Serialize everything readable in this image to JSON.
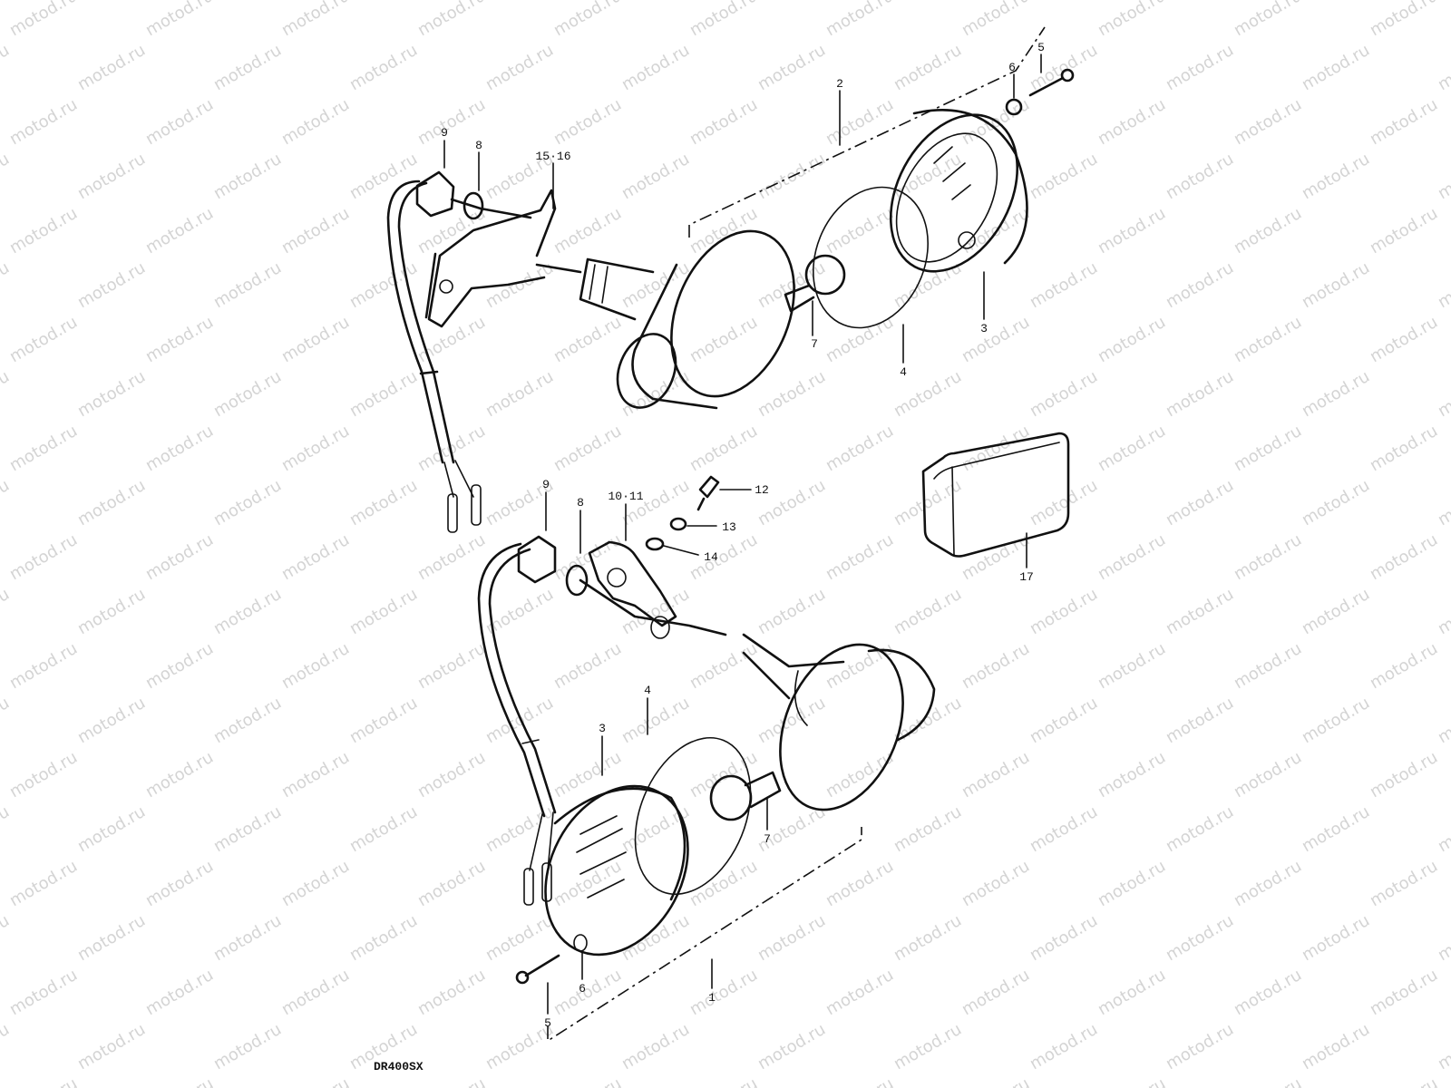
{
  "watermark": "motod.ru",
  "drawing_code": "DR400SX",
  "callouts": {
    "upper": {
      "p2": "2",
      "p3": "3",
      "p4": "4",
      "p5": "5",
      "p6": "6",
      "p7": "7",
      "p8": "8",
      "p9": "9",
      "p15_16": "15·16",
      "p17": "17"
    },
    "lower": {
      "p1": "1",
      "p3": "3",
      "p4": "4",
      "p5": "5",
      "p6": "6",
      "p7": "7",
      "p8": "8",
      "p9": "9",
      "p10_11": "10·11",
      "p12": "12",
      "p13": "13",
      "p14": "14"
    }
  },
  "colors": {
    "ink": "#111111",
    "watermark": "#d4d4d4",
    "background": "#ffffff"
  }
}
